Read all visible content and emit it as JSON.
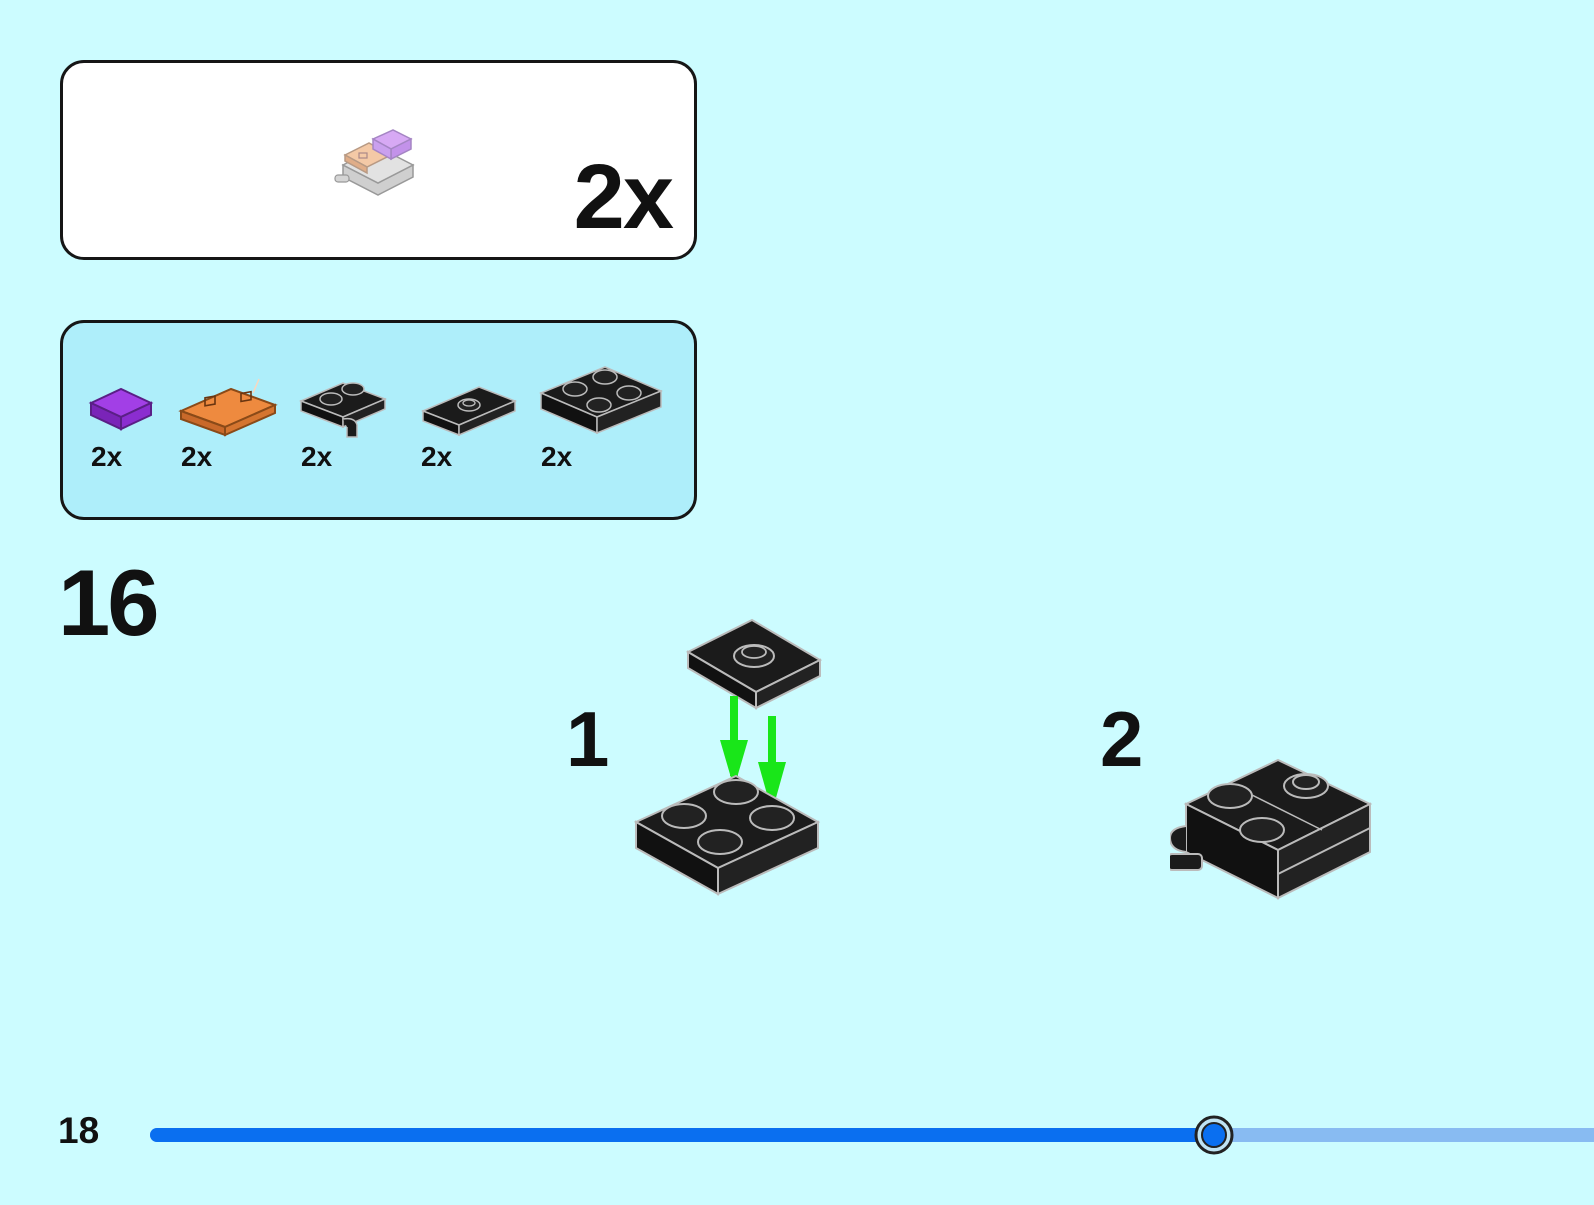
{
  "submodel": {
    "quantity": "2x"
  },
  "parts": [
    {
      "name": "lavender-tile-1x1",
      "color": "#a23fe6",
      "quantity": "2x"
    },
    {
      "name": "orange-printed-tile-1x2",
      "color": "#ee8a3f",
      "quantity": "2x"
    },
    {
      "name": "black-plate-clip",
      "color": "#1b1b1b",
      "quantity": "2x"
    },
    {
      "name": "black-jumper-plate",
      "color": "#1b1b1b",
      "quantity": "2x"
    },
    {
      "name": "black-plate-2x2",
      "color": "#1b1b1b",
      "quantity": "2x"
    }
  ],
  "step": {
    "number": "16"
  },
  "substeps": [
    {
      "number": "1"
    },
    {
      "number": "2"
    }
  ],
  "page": {
    "number": "18"
  },
  "progress": {
    "fraction": 0.737
  },
  "colors": {
    "background": "#ccfcff",
    "parts_panel": "#aeeefa",
    "arrow": "#19e619",
    "progress": "#0a6ff0"
  }
}
